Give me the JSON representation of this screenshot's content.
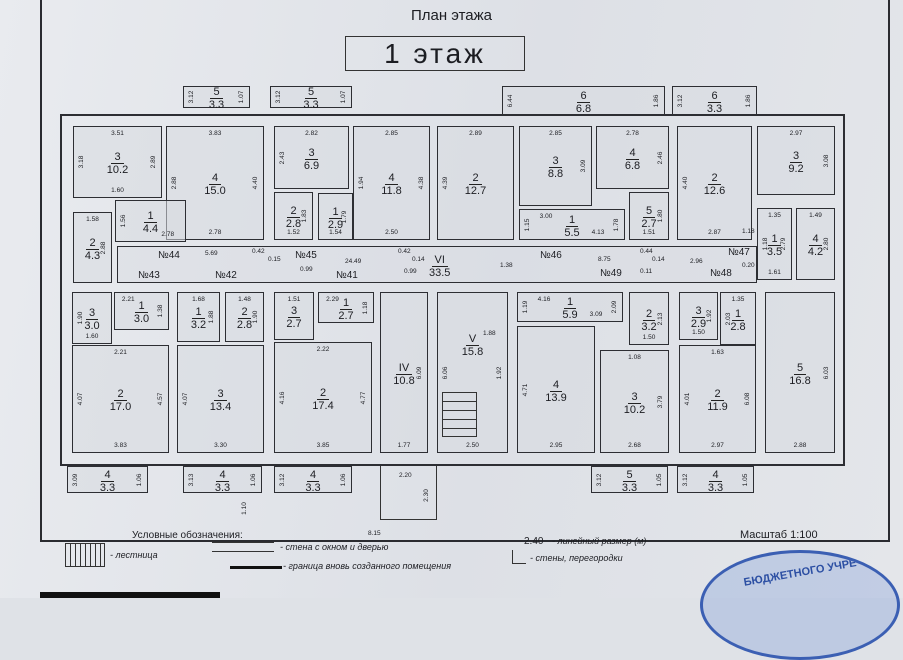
{
  "header": {
    "title": "План этажа",
    "floor": "1 этаж"
  },
  "balconies_top": [
    {
      "num": "5",
      "area": "3.3",
      "dims": {
        "left": "3.12",
        "right": "1.07"
      }
    },
    {
      "num": "5",
      "area": "3.3",
      "dims": {
        "left": "3.12",
        "right": "1.07"
      }
    },
    {
      "num": "6",
      "area": "6.8",
      "dims": {
        "left": "6.44",
        "right": "1.86"
      }
    },
    {
      "num": "6",
      "area": "3.3",
      "dims": {
        "left": "3.12",
        "right": "1.86"
      }
    }
  ],
  "rooms": [
    {
      "num": "3",
      "area": "10.2",
      "dims": {
        "top": "3.51",
        "left": "3.18",
        "right": "2.89",
        "bottom": "1.60"
      }
    },
    {
      "num": "4",
      "area": "15.0",
      "dims": {
        "top": "3.83",
        "left": "2.88",
        "right": "4.40",
        "bottom": "2.78"
      }
    },
    {
      "num": "3",
      "area": "6.9",
      "dims": {
        "top": "2.82",
        "left": "2.43"
      }
    },
    {
      "num": "2",
      "area": "2.8",
      "dims": {
        "right": "1.83",
        "bottom": "1.52"
      }
    },
    {
      "num": "1",
      "area": "2.9",
      "dims": {
        "right": "1.79",
        "bottom": "1.54"
      }
    },
    {
      "num": "4",
      "area": "11.8",
      "dims": {
        "top": "2.85",
        "left": "1.94",
        "right": "4.38",
        "bottom": "2.50"
      }
    },
    {
      "num": "2",
      "area": "12.7",
      "dims": {
        "top": "2.89",
        "left": "4.39"
      }
    },
    {
      "num": "3",
      "area": "8.8",
      "dims": {
        "top": "2.85",
        "right": "3.09"
      }
    },
    {
      "num": "1",
      "area": "5.5",
      "dims": {
        "top": "3.00",
        "left": "1.15",
        "right": "1.78",
        "bottom": "4.13"
      }
    },
    {
      "num": "4",
      "area": "6.8",
      "dims": {
        "top": "2.78",
        "right": "2.46"
      }
    },
    {
      "num": "5",
      "area": "2.7",
      "dims": {
        "right": "1.80",
        "bottom": "1.51"
      }
    },
    {
      "num": "2",
      "area": "12.6",
      "dims": {
        "left": "4.40",
        "bottom": "2.87"
      }
    },
    {
      "num": "3",
      "area": "9.2",
      "dims": {
        "top": "2.97",
        "right": "3.08"
      }
    },
    {
      "num": "1",
      "area": "3.5",
      "dims": {
        "top": "1.35",
        "left": "1.18",
        "right": "2.79",
        "bottom": "1.61"
      }
    },
    {
      "num": "4",
      "area": "4.2",
      "dims": {
        "top": "1.49",
        "right": "2.80"
      }
    },
    {
      "num": "1",
      "area": "4.4",
      "dims": {
        "left": "1.56",
        "bottom": "2.78"
      }
    },
    {
      "num": "2",
      "area": "4.3",
      "dims": {
        "top": "1.58",
        "right": "2.88"
      }
    },
    {
      "num": "3",
      "area": "3.0",
      "dims": {
        "left": "1.90",
        "bottom": "1.60"
      }
    },
    {
      "num": "1",
      "area": "3.0",
      "dims": {
        "top": "2.21",
        "right": "1.38"
      }
    },
    {
      "num": "2",
      "area": "17.0",
      "dims": {
        "top": "2.21",
        "left": "4.07",
        "right": "4.57",
        "bottom": "3.83"
      }
    },
    {
      "num": "1",
      "area": "3.2",
      "dims": {
        "top": "1.68",
        "right": "1.88"
      }
    },
    {
      "num": "2",
      "area": "2.8",
      "dims": {
        "top": "1.48",
        "right": "1.90"
      }
    },
    {
      "num": "3",
      "area": "13.4",
      "dims": {
        "left": "4.07",
        "bottom": "3.30"
      }
    },
    {
      "num": "3",
      "area": "2.7",
      "dims": {
        "top": "1.51"
      }
    },
    {
      "num": "1",
      "area": "2.7",
      "dims": {
        "top": "2.29",
        "right": "1.18"
      }
    },
    {
      "num": "2",
      "area": "17.4",
      "dims": {
        "top": "2.22",
        "left": "4.16",
        "right": "4.77",
        "bottom": "3.85"
      }
    },
    {
      "num": "IV",
      "area": "10.8",
      "dims": {
        "right": "6.09",
        "bottom": "1.77"
      }
    },
    {
      "num": "V",
      "area": "15.8",
      "dims": {
        "left": "6.06",
        "right": "1.92",
        "bottom": "2.50"
      }
    },
    {
      "num": "1",
      "area": "5.9",
      "dims": {
        "top": "4.16",
        "left": "1.19",
        "right": "2.09",
        "bottom": "3.09"
      }
    },
    {
      "num": "2",
      "area": "3.2",
      "dims": {
        "right": "2.13",
        "bottom": "1.50"
      }
    },
    {
      "num": "4",
      "area": "13.9",
      "dims": {
        "left": "4.71",
        "bottom": "2.95"
      }
    },
    {
      "num": "3",
      "area": "10.2",
      "dims": {
        "top": "1.08",
        "right": "3.79",
        "bottom": "2.68"
      }
    },
    {
      "num": "3",
      "area": "2.9",
      "dims": {
        "right": "1.92",
        "bottom": "1.50"
      }
    },
    {
      "num": "1",
      "area": "2.8",
      "dims": {
        "top": "1.35",
        "left": "2.03"
      }
    },
    {
      "num": "2",
      "area": "11.9",
      "dims": {
        "top": "1.63",
        "left": "4.01",
        "right": "6.08",
        "bottom": "2.97"
      }
    },
    {
      "num": "5",
      "area": "16.8",
      "dims": {
        "right": "6.03",
        "bottom": "2.88"
      }
    }
  ],
  "balconies_bottom": [
    {
      "num": "4",
      "area": "3.3",
      "dims": {
        "left": "3.09",
        "right": "1.06"
      }
    },
    {
      "num": "4",
      "area": "3.3",
      "dims": {
        "left": "3.13",
        "right": "1.06"
      }
    },
    {
      "num": "4",
      "area": "3.3",
      "dims": {
        "left": "3.12",
        "right": "1.06"
      }
    },
    {
      "num": "5",
      "area": "3.3",
      "dims": {
        "left": "3.12",
        "right": "1.05"
      }
    },
    {
      "num": "4",
      "area": "3.3",
      "dims": {
        "left": "3.12",
        "right": "1.05"
      }
    }
  ],
  "corridor": {
    "num": "VI",
    "area": "33.5",
    "dims": [
      "5.69",
      "0.42",
      "0.15",
      "24.49",
      "0.42",
      "0.14",
      "0.99",
      "0.99",
      "1.38",
      "8.75",
      "0.44",
      "0.14",
      "0.11",
      "2.96",
      "1.18",
      "0.20"
    ]
  },
  "apartments": [
    "№44",
    "№45",
    "№46",
    "№47",
    "№43",
    "№42",
    "№41",
    "№49",
    "№48"
  ],
  "stairs_dim": "1.88",
  "entrance_dims": [
    "2.20",
    "2.30",
    "1.10",
    "8.15"
  ],
  "legend": {
    "title": "Условные обозначения:",
    "stairs": "- лестница",
    "wall_window_door": "- стена с окном и дверью",
    "new_boundary": "- граница вновь созданного помещения",
    "dim_sample": "2.40",
    "dim_desc": "- линейный размер (м)",
    "walls": "- стены, перегородки",
    "scale": "Масштаб 1:100"
  },
  "stamp": {
    "text": "БЮДЖЕТНОГО УЧРЕ"
  }
}
